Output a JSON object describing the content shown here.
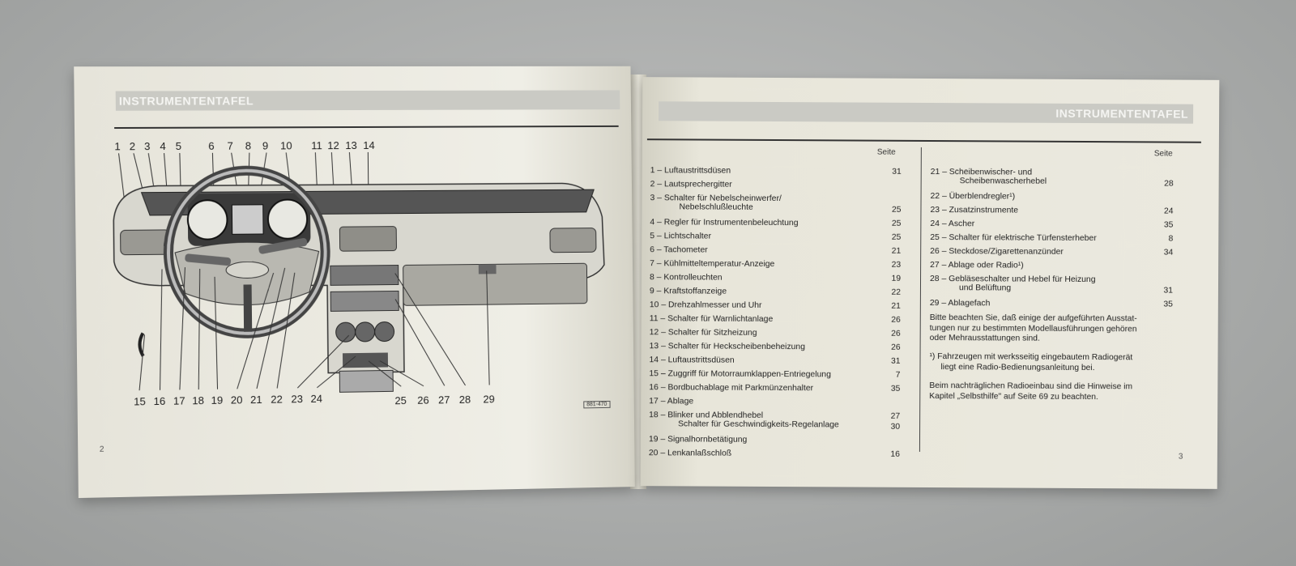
{
  "left_page": {
    "header": "INSTRUMENTENTAFEL",
    "page_number": "2",
    "figure_code": "881-470",
    "top_numbers": [
      "1",
      "2",
      "3",
      "4",
      "5",
      "6",
      "7",
      "8",
      "9",
      "10",
      "11",
      "12",
      "13",
      "14"
    ],
    "bottom_numbers": [
      "15",
      "16",
      "17",
      "18",
      "19",
      "20",
      "21",
      "22",
      "23",
      "24",
      "25",
      "26",
      "27",
      "28",
      "29"
    ]
  },
  "right_page": {
    "header": "INSTRUMENTENTAFEL",
    "page_number": "3",
    "seite_label": "Seite",
    "left_column": [
      {
        "text": "1 – Luftaustrittsdüsen",
        "page": "31"
      },
      {
        "text": "2 – Lautsprechergitter",
        "page": ""
      },
      {
        "text": "3 – Schalter für Nebelscheinwerfer/",
        "text2": "Nebelschlußleuchte",
        "page": "25"
      },
      {
        "text": "4 – Regler für Instrumentenbeleuchtung",
        "page": "25"
      },
      {
        "text": "5 – Lichtschalter",
        "page": "25"
      },
      {
        "text": "6 – Tachometer",
        "page": "21"
      },
      {
        "text": "7 – Kühlmitteltemperatur-Anzeige",
        "page": "23"
      },
      {
        "text": "8 – Kontrolleuchten",
        "page": "19"
      },
      {
        "text": "9 – Kraftstoffanzeige",
        "page": "22"
      },
      {
        "text": "10 – Drehzahlmesser und Uhr",
        "page": "21"
      },
      {
        "text": "11 – Schalter für Warnlichtanlage",
        "page": "26"
      },
      {
        "text": "12 – Schalter für Sitzheizung",
        "page": "26"
      },
      {
        "text": "13 – Schalter für Heckscheibenbeheizung",
        "page": "26"
      },
      {
        "text": "14 – Luftaustrittsdüsen",
        "page": "31"
      },
      {
        "text": "15 – Zuggriff für Motorraumklappen-Entriegelung",
        "page": "7"
      },
      {
        "text": "16 – Bordbuchablage mit Parkmünzenhalter",
        "page": "35"
      },
      {
        "text": "17 – Ablage",
        "page": ""
      },
      {
        "text": "18 – Blinker und Abblendhebel",
        "page": "27",
        "text2": "Schalter für Geschwindigkeits-Regelanlage",
        "page2": "30"
      },
      {
        "text": "19 – Signalhornbetätigung",
        "page": ""
      },
      {
        "text": "20 – Lenkanlaßschloß",
        "page": "16"
      }
    ],
    "right_column": [
      {
        "text": "21 – Scheibenwischer- und",
        "text2": "Scheibenwascherhebel",
        "page": "28"
      },
      {
        "text": "22 – Überblendregler¹)",
        "page": ""
      },
      {
        "text": "23 – Zusatzinstrumente",
        "page": "24"
      },
      {
        "text": "24 – Ascher",
        "page": "35"
      },
      {
        "text": "25 – Schalter für elektrische Türfensterheber",
        "page": "8"
      },
      {
        "text": "26 – Steckdose/Zigarettenanzünder",
        "page": "34"
      },
      {
        "text": "27 – Ablage oder Radio¹)",
        "page": ""
      },
      {
        "text": "28 – Gebläseschalter und Hebel für Heizung",
        "text2": "und Belüftung",
        "page": "31"
      },
      {
        "text": "29 – Ablagefach",
        "page": "35"
      }
    ],
    "note1_lines": [
      "Bitte beachten Sie, daß einige der aufgeführten Ausstat-",
      "tungen nur zu bestimmten Modellausführungen gehören",
      "oder Mehrausstattungen sind."
    ],
    "note2_lines": [
      "¹) Fahrzeugen mit werksseitig eingebautem Radiogerät",
      "liegt eine Radio-Bedienungsanleitung bei."
    ],
    "note3_lines": [
      "Beim nachträglichen Radioeinbau sind die Hinweise im",
      "Kapitel „Selbsthilfe\" auf Seite 69 zu beachten."
    ]
  }
}
